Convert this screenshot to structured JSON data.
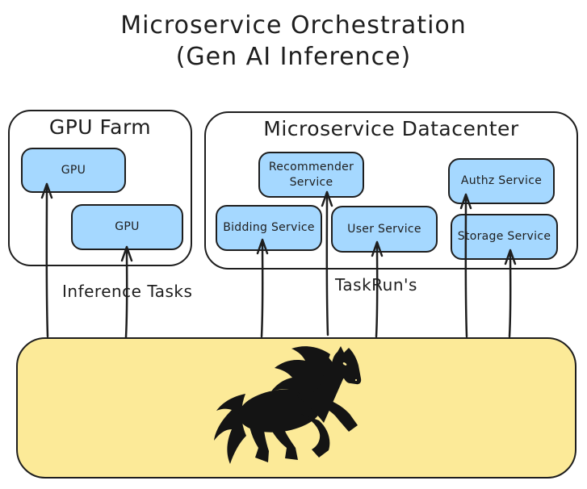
{
  "title": {
    "line1": "Microservice Orchestration",
    "line2": "(Gen AI Inference)"
  },
  "gpu_farm": {
    "label": "GPU Farm",
    "gpu1": "GPU",
    "gpu2": "GPU"
  },
  "datacenter": {
    "label": "Microservice Datacenter",
    "recommender": "Recommender Service",
    "authz": "Authz Service",
    "bidding": "Bidding Service",
    "user": "User Service",
    "storage": "Storage Service"
  },
  "edge_labels": {
    "inference": "Inference Tasks",
    "taskruns": "TaskRun's"
  },
  "orchestrator": {
    "icon": "galloping-horse"
  },
  "colors": {
    "stroke": "#1e1e1e",
    "service_fill": "#a5d8ff",
    "orchestrator_fill": "#fcea98",
    "background": "#ffffff"
  },
  "arrows": [
    {
      "from": "orchestrator",
      "to": "gpu-1",
      "group": "Inference Tasks"
    },
    {
      "from": "orchestrator",
      "to": "gpu-2",
      "group": "Inference Tasks"
    },
    {
      "from": "orchestrator",
      "to": "bidding-service",
      "group": "TaskRun's"
    },
    {
      "from": "orchestrator",
      "to": "recommender-service",
      "group": "TaskRun's"
    },
    {
      "from": "orchestrator",
      "to": "user-service",
      "group": "TaskRun's"
    },
    {
      "from": "orchestrator",
      "to": "authz-service",
      "group": "TaskRun's"
    },
    {
      "from": "orchestrator",
      "to": "storage-service",
      "group": "TaskRun's"
    }
  ]
}
